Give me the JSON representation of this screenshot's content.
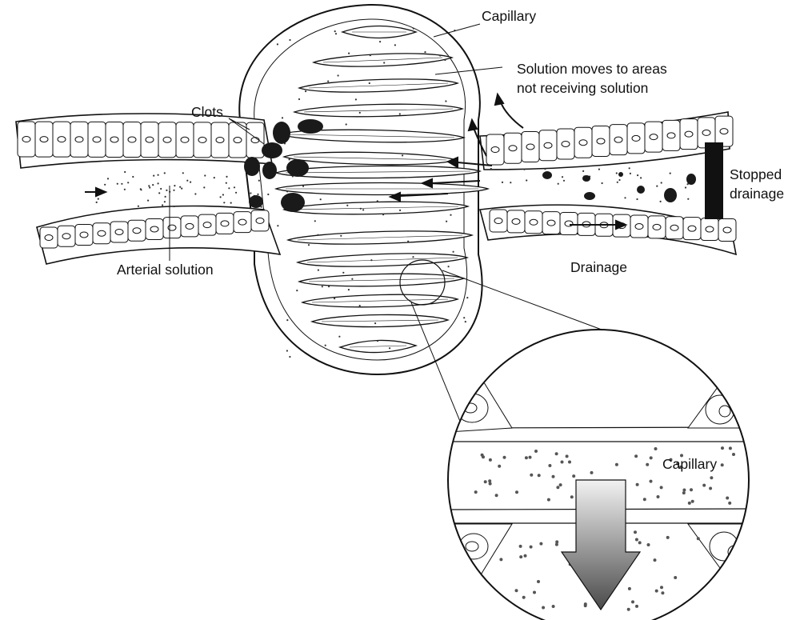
{
  "labels": {
    "capillary_top": "Capillary",
    "solution_moves_line1": "Solution moves to areas",
    "solution_moves_line2": "not receiving solution",
    "clots": "Clots",
    "stopped_line1": "Stopped",
    "stopped_line2": "drainage",
    "arterial_solution": "Arterial solution",
    "drainage": "Drainage",
    "capillary_inset": "Capillary"
  },
  "colors": {
    "ink": "#111111",
    "cell_fill": "#ffffff",
    "clot": "#1a1a1a",
    "arrow_gradient_top": "#f2f2f2",
    "arrow_gradient_bottom": "#4a4a4a"
  }
}
